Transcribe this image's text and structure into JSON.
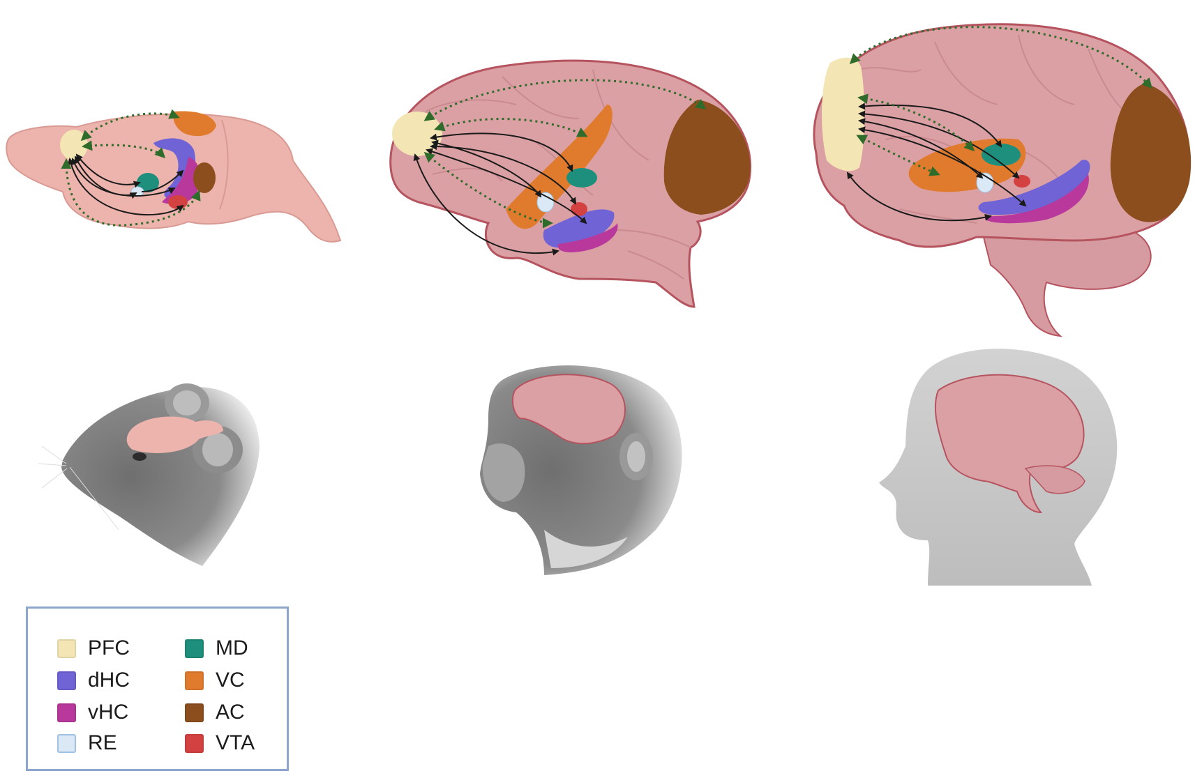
{
  "legend": {
    "items": [
      {
        "key": "pfc",
        "label": "PFC",
        "color": "#f3e5b4"
      },
      {
        "key": "dhc",
        "label": "dHC",
        "color": "#6f63d6"
      },
      {
        "key": "vhc",
        "label": "vHC",
        "color": "#b8399b"
      },
      {
        "key": "re",
        "label": "RE",
        "color": "#dbe9f6"
      },
      {
        "key": "md",
        "label": "MD",
        "color": "#1f8f7d"
      },
      {
        "key": "vc",
        "label": "VC",
        "color": "#e07b2e"
      },
      {
        "key": "ac",
        "label": "AC",
        "color": "#8c4e1d"
      },
      {
        "key": "vta",
        "label": "VTA",
        "color": "#d44141"
      }
    ]
  },
  "colors": {
    "brain": "#dba0a4",
    "brain_outline": "#b5545f",
    "rat_brain": "#ecb4ac",
    "direct_arrow": "#1a1a1a",
    "indirect_arrow": "#2f6b2a",
    "head_gray": "#8f8f8f",
    "legend_border": "#8ea6cc"
  },
  "icons": [
    "rat-head-icon",
    "macaque-head-icon",
    "human-head-icon"
  ]
}
